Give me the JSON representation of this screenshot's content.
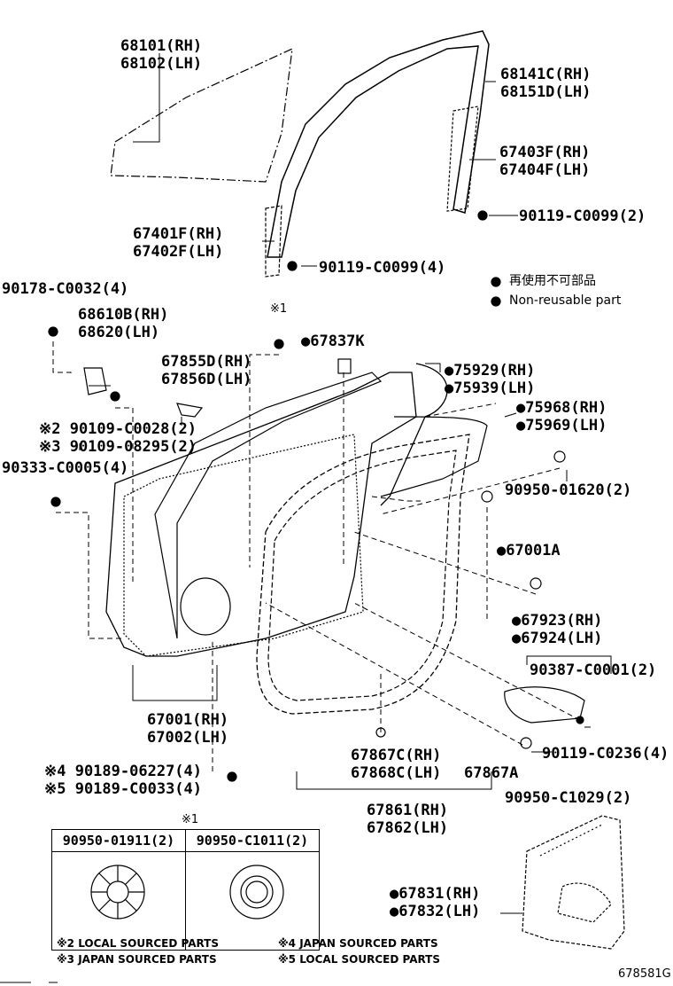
{
  "labels": {
    "glass_rh": "68101(RH)",
    "glass_lh": "68102(LH)",
    "weatherstrip_rh": "68141C(RH)",
    "weatherstrip_lh": "68151D(LH)",
    "channel_rear_rh": "67403F(RH)",
    "channel_rear_lh": "67404F(LH)",
    "bolt_rear": "90119-C0099(2)",
    "channel_front_rh": "67401F(RH)",
    "channel_front_lh": "67402F(LH)",
    "bolt_front": "90119-C0099(4)",
    "screw_90178": "90178-C0032(4)",
    "hinge_rh": "68610B(RH)",
    "hinge_lh": "68620(LH)",
    "note1_mark": "※1",
    "k_67837": "●67837K",
    "check_rh": "67855D(RH)",
    "check_lh": "67856D(LH)",
    "bolt_90109_c0028": "※2 90109-C0028(2)",
    "bolt_90109_08295": "※3 90109-08295(2)",
    "nut_90333": "90333-C0005(4)",
    "seal_75929": "●75929(RH)",
    "seal_75939": "●75939(LH)",
    "seal_75968": "●75968(RH)",
    "seal_75969": "●75969(LH)",
    "plug_90950_01620": "90950-01620(2)",
    "panel_67001a": "●67001A",
    "cover_67923": "●67923(RH)",
    "cover_67924": "●67924(LH)",
    "clip_90387": "90387-C0001(2)",
    "bolt_90119_c0236": "90119-C0236(4)",
    "door_rh": "67001(RH)",
    "door_lh": "67002(LH)",
    "weather_67867c": "67867C(RH)",
    "weather_67868c": "67868C(LH)",
    "weather_67867a": "67867A",
    "plug_90950_c1029": "90950-C1029(2)",
    "bolt_90189_06227": "※4 90189-06227(4)",
    "bolt_90189_c0033": "※5 90189-C0033(4)",
    "strip_67861": "67861(RH)",
    "strip_67862": "67862(LH)",
    "film_67831": "●67831(RH)",
    "film_67832": "●67832(LH)",
    "kit_title": "※1",
    "kit_col1": "90950-01911(2)",
    "kit_col2": "90950-C1011(2)",
    "footnote2": "※2 LOCAL SOURCED PARTS",
    "footnote3": "※3 JAPAN SOURCED PARTS",
    "footnote4": "※4 JAPAN SOURCED PARTS",
    "footnote5": "※5 LOCAL SOURCED PARTS",
    "legend_jp": "再使用不可部品",
    "legend_en": "Non-reusable part",
    "diagram_id": "678581G"
  }
}
